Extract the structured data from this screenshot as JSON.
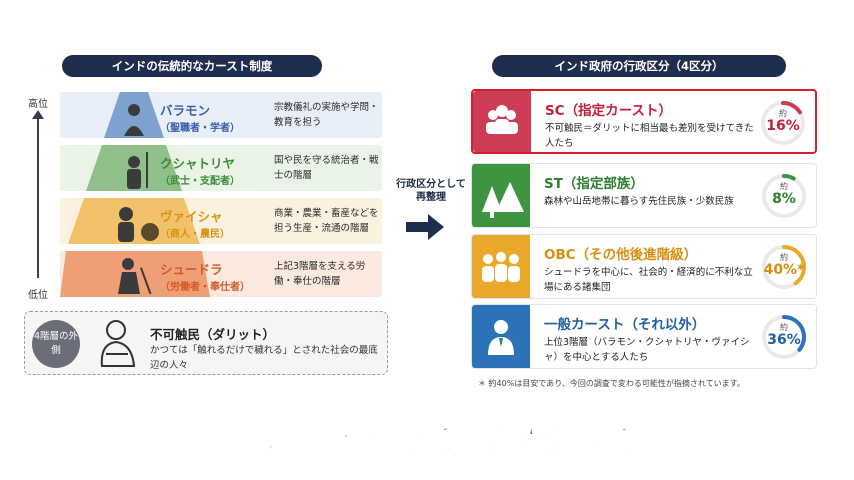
{
  "left_title": "インドの伝統的なカースト制度",
  "right_title": "インド政府の行政区分（4区分）",
  "axis": {
    "high": "高位",
    "low": "低位"
  },
  "tiers": [
    {
      "name": "バラモン",
      "sub": "（聖職者・学者）",
      "desc": "宗教儀礼の実施や学問・教育を担う",
      "color": "#3a5da8",
      "fill": "#7fa1cf"
    },
    {
      "name": "クシャトリヤ",
      "sub": "（武士・支配者）",
      "desc": "国や民を守る統治者・戦士の階層",
      "color": "#3e8a3a",
      "fill": "#8fc08a"
    },
    {
      "name": "ヴァイシャ",
      "sub": "（商人・農民）",
      "desc": "商業・農業・畜産などを担う生産・流通の階層",
      "color": "#d89414",
      "fill": "#f1c26a"
    },
    {
      "name": "シュードラ",
      "sub": "（労働者・奉仕者）",
      "desc": "上記3階層を支える労働・奉仕の階層",
      "color": "#d45a28",
      "fill": "#ee9f76"
    }
  ],
  "outcaste": {
    "badge": "4階層の外側",
    "name": "不可触民（ダリット）",
    "desc": "かつては「触れるだけで穢れる」とされた社会の最底辺の人々"
  },
  "middle": {
    "label": "行政区分として再整理"
  },
  "categories": [
    {
      "title": "SC（指定カースト）",
      "desc": "不可触民＝ダリットに相当最も差別を受けてきた人たち",
      "ring_label": "約",
      "percent": "16%",
      "fraction": 0.16,
      "color": "#cd3b55",
      "icon": "people-group-icon"
    },
    {
      "title": "ST（指定部族）",
      "desc": "森林や山岳地帯に暮らす先住民族・少数民族",
      "ring_label": "約",
      "percent": "8%",
      "fraction": 0.08,
      "color": "#3e9440",
      "icon": "forest-mountain-icon"
    },
    {
      "title": "OBC（その他後進階級）",
      "desc": "シュードラを中心に、社会的・経済的に不利な立場にある諸集団",
      "ring_label": "約",
      "percent": "40%*",
      "fraction": 0.4,
      "color": "#e9a82a",
      "icon": "crowd-icon"
    },
    {
      "title": "一般カースト（それ以外）",
      "desc": "上位3階層（バラモン・クシャトリヤ・ヴァイシャ）を中心とする人たち",
      "ring_label": "約",
      "percent": "36%",
      "fraction": 0.36,
      "color": "#2b72b8",
      "icon": "person-suit-icon"
    }
  ],
  "footnote": "＊ 約40%は目安であり、今回の調査で変わる可能性が指摘されています。",
  "subtitle": "最も差別を受けてきた人たちで"
}
